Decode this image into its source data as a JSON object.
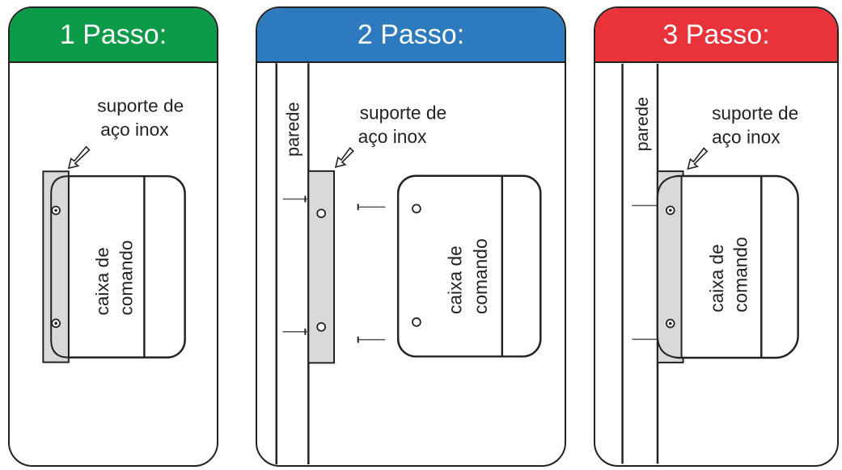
{
  "colors": {
    "step1": "#0a9a48",
    "step2": "#2e7abf",
    "step3": "#e9323a",
    "outline": "#222222",
    "bracket_fill": "#d9d9d9"
  },
  "steps": [
    {
      "title": "1 Passo:",
      "support_label_line1": "suporte de",
      "support_label_line2": "aço inox",
      "box_label_line1": "caixa de",
      "box_label_line2": "comando"
    },
    {
      "title": "2 Passo:",
      "wall_label": "parede",
      "support_label_line1": "suporte de",
      "support_label_line2": "aço inox",
      "box_label_line1": "caixa de",
      "box_label_line2": "comando"
    },
    {
      "title": "3 Passo:",
      "wall_label": "parede",
      "support_label_line1": "suporte de",
      "support_label_line2": "aço inox",
      "box_label_line1": "caixa de",
      "box_label_line2": "comando"
    }
  ]
}
